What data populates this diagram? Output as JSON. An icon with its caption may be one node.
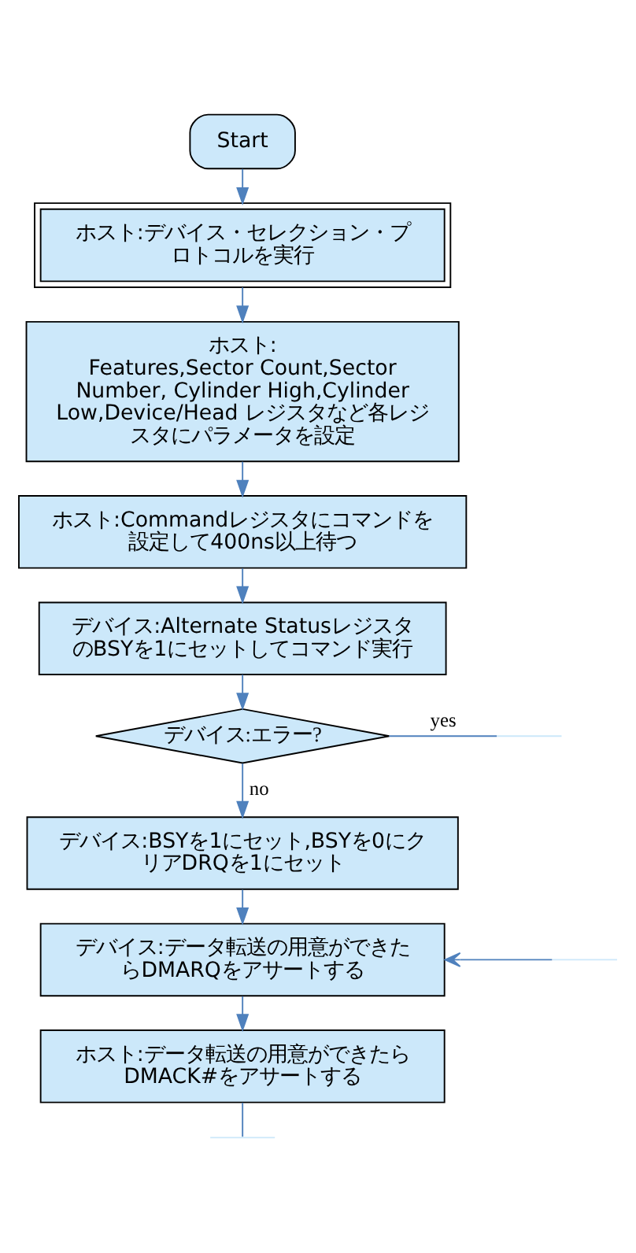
{
  "diagram": {
    "nodes": [
      {
        "text": [
          "Start"
        ]
      },
      {
        "text": [
          "ホスト:デバイス・セレクション・プロトコルを実行"
        ]
      },
      {
        "text": [
          "ホスト:",
          "Features,Sector Count,Sector Number, Cylinder High,Cylinder Low,Device/Head レジスタなど各レジスタにパラメータを設定"
        ]
      },
      {
        "text": [
          "ホスト:Commandレジスタにコマンドを設定して400ns以上待つ"
        ]
      },
      {
        "text": [
          "デバイス:Alternate StatusレジスタのBSYを1にセットしてコマンド実行"
        ]
      },
      {
        "text": [
          "デバイス:エラー?"
        ]
      },
      {
        "text": [
          "デバイス:BSYを1にセット,BSYを0にクリアDRQを1にセット"
        ]
      },
      {
        "text": [
          "デバイス:データ転送の用意ができたらDMARQをアサートする"
        ]
      },
      {
        "text": [
          "ホスト:データ転送の用意ができたらDMACK#をアサートする"
        ]
      }
    ],
    "edges": [
      {
        "from": 0,
        "to": 1,
        "arrow": "to"
      },
      {
        "from": 1,
        "to": 2,
        "arrow": "to"
      },
      {
        "from": 2,
        "to": 3,
        "arrow": "to"
      },
      {
        "from": 3,
        "to": 4,
        "arrow": "to"
      },
      {
        "from": 4,
        "to": 5,
        "arrow": "to"
      },
      {
        "from": 5,
        "to": null,
        "label": "yes",
        "arrow": "none"
      },
      {
        "from": 5,
        "to": 6,
        "label": "no",
        "arrow": "to"
      },
      {
        "from": 6,
        "to": 7,
        "arrow": "to"
      },
      {
        "from": null,
        "to": 7,
        "arrow": "to"
      },
      {
        "from": 7,
        "to": 8,
        "arrow": "to"
      },
      {
        "from": 8,
        "to": null,
        "arrow": "none"
      }
    ]
  }
}
